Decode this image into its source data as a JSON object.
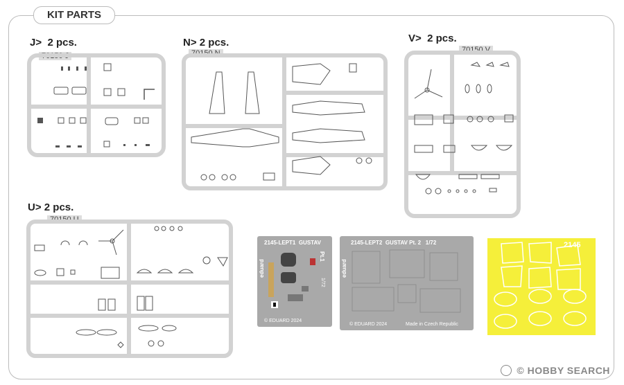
{
  "title": "KIT PARTS",
  "sprues": {
    "j": {
      "label": "J>",
      "qty": "2 pcs.",
      "code": "70150 J"
    },
    "n": {
      "label": "N>",
      "qty": "2 pcs.",
      "code": "70150 N"
    },
    "v": {
      "label": "V>",
      "qty": "2 pcs.",
      "code": "70150 V"
    },
    "u": {
      "label": "U>",
      "qty": "2 pcs.",
      "code": "70150 U"
    }
  },
  "pe1": {
    "code": "2145-LEPT1",
    "name": "GUSTAV",
    "pt": "Pt.1",
    "scale": "1/72",
    "brand": "eduard",
    "copyright": "© EDUARD 2024"
  },
  "pe2": {
    "code": "2145-LEPT2",
    "name": "GUSTAV Pt. 2",
    "scale": "1/72",
    "brand": "eduard",
    "copyright": "© EDUARD 2024",
    "made": "Made in Czech Republic"
  },
  "mask": {
    "code": "2145"
  },
  "watermark": {
    "text": "HOBBY SEARCH",
    "symbol": "©"
  },
  "colors": {
    "sprue": "#d2d2d2",
    "pe": "#a9a9a9",
    "mask": "#f5ef3a",
    "frame": "#bbbbbb"
  }
}
